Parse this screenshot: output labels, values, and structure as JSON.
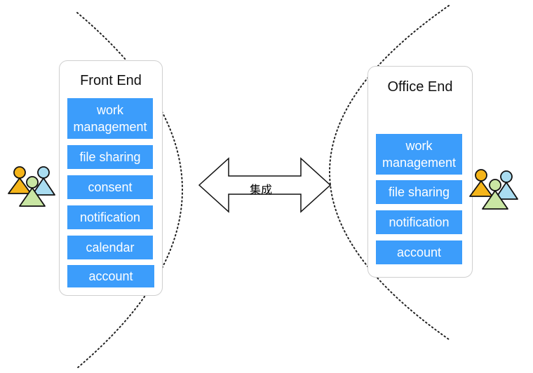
{
  "front_end": {
    "title": "Front End",
    "modules": [
      "work\nmanagement",
      "file sharing",
      "consent",
      "notification",
      "calendar",
      "account"
    ]
  },
  "office_end": {
    "title": "Office End",
    "modules": [
      "work\nmanagement",
      "file sharing",
      "notification",
      "account"
    ]
  },
  "integration": {
    "label": "集成"
  },
  "colors": {
    "module_fill": "#3c9dfb",
    "panel_border": "#cfcfcf",
    "user_orange": "#f5b51a",
    "user_green": "#c9e6a3",
    "user_blue": "#a9dcf0"
  },
  "icons": {
    "left_users": "users-group-icon",
    "right_users": "users-group-icon"
  }
}
